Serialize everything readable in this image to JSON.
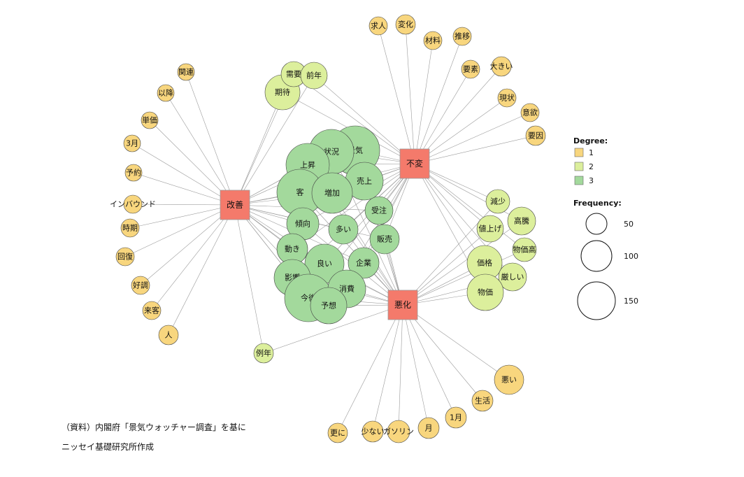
{
  "colors": {
    "degree1": "#f8d67e",
    "degree2": "#dcef9c",
    "degree3": "#a3d99c",
    "hub": "#f47a6b"
  },
  "hubs": [
    {
      "id": "kaizen",
      "label": "改善"
    },
    {
      "id": "fuhen",
      "label": "不変"
    },
    {
      "id": "akka",
      "label": "悪化"
    }
  ],
  "nodes": [
    {
      "id": "n_kanren",
      "label": "関連",
      "degree": 1,
      "links": [
        "kaizen"
      ]
    },
    {
      "id": "n_ikou",
      "label": "以降",
      "degree": 1,
      "links": [
        "kaizen"
      ]
    },
    {
      "id": "n_tanka",
      "label": "単価",
      "degree": 1,
      "links": [
        "kaizen"
      ]
    },
    {
      "id": "n_3gatsu",
      "label": "3月",
      "degree": 1,
      "links": [
        "kaizen"
      ]
    },
    {
      "id": "n_yoyaku",
      "label": "予約",
      "degree": 1,
      "links": [
        "kaizen"
      ]
    },
    {
      "id": "n_inbound",
      "label": "インバウンド",
      "degree": 1,
      "links": [
        "kaizen"
      ]
    },
    {
      "id": "n_jiki",
      "label": "時期",
      "degree": 1,
      "links": [
        "kaizen"
      ]
    },
    {
      "id": "n_kaifuku",
      "label": "回復",
      "degree": 1,
      "links": [
        "kaizen"
      ]
    },
    {
      "id": "n_kouchou",
      "label": "好調",
      "degree": 1,
      "links": [
        "kaizen"
      ]
    },
    {
      "id": "n_raikyaku",
      "label": "来客",
      "degree": 1,
      "links": [
        "kaizen"
      ]
    },
    {
      "id": "n_hito",
      "label": "人",
      "degree": 1,
      "links": [
        "kaizen"
      ]
    },
    {
      "id": "n_reinen",
      "label": "例年",
      "degree": 2,
      "links": [
        "kaizen",
        "akka"
      ]
    },
    {
      "id": "n_kitai",
      "label": "期待",
      "degree": 2,
      "links": [
        "kaizen",
        "fuhen"
      ]
    },
    {
      "id": "n_juyou",
      "label": "需要",
      "degree": 2,
      "links": [
        "kaizen",
        "fuhen"
      ]
    },
    {
      "id": "n_zennen",
      "label": "前年",
      "degree": 2,
      "links": [
        "kaizen",
        "fuhen"
      ]
    },
    {
      "id": "n_kyuujin",
      "label": "求人",
      "degree": 1,
      "links": [
        "fuhen"
      ]
    },
    {
      "id": "n_henka",
      "label": "変化",
      "degree": 1,
      "links": [
        "fuhen"
      ]
    },
    {
      "id": "n_zairyou",
      "label": "材料",
      "degree": 1,
      "links": [
        "fuhen"
      ]
    },
    {
      "id": "n_suii",
      "label": "推移",
      "degree": 1,
      "links": [
        "fuhen"
      ]
    },
    {
      "id": "n_youso",
      "label": "要素",
      "degree": 1,
      "links": [
        "fuhen"
      ]
    },
    {
      "id": "n_ookii",
      "label": "大きい",
      "degree": 1,
      "links": [
        "fuhen"
      ]
    },
    {
      "id": "n_genjou",
      "label": "現状",
      "degree": 1,
      "links": [
        "fuhen"
      ]
    },
    {
      "id": "n_iyoku",
      "label": "意欲",
      "degree": 1,
      "links": [
        "fuhen"
      ]
    },
    {
      "id": "n_youin",
      "label": "要因",
      "degree": 1,
      "links": [
        "fuhen"
      ]
    },
    {
      "id": "n_genshou",
      "label": "減少",
      "degree": 2,
      "links": [
        "fuhen",
        "akka"
      ]
    },
    {
      "id": "n_koutou",
      "label": "高騰",
      "degree": 2,
      "links": [
        "fuhen",
        "akka"
      ]
    },
    {
      "id": "n_neage",
      "label": "値上げ",
      "degree": 2,
      "links": [
        "fuhen",
        "akka"
      ]
    },
    {
      "id": "n_bukkadaka",
      "label": "物価高",
      "degree": 2,
      "links": [
        "fuhen",
        "akka"
      ]
    },
    {
      "id": "n_kakaku",
      "label": "価格",
      "degree": 2,
      "links": [
        "fuhen",
        "akka"
      ]
    },
    {
      "id": "n_kibishii",
      "label": "厳しい",
      "degree": 2,
      "links": [
        "fuhen",
        "akka"
      ]
    },
    {
      "id": "n_bukka",
      "label": "物価",
      "degree": 2,
      "links": [
        "fuhen",
        "akka"
      ]
    },
    {
      "id": "n_keiki",
      "label": "景気",
      "degree": 3,
      "links": [
        "kaizen",
        "fuhen",
        "akka"
      ]
    },
    {
      "id": "n_joukyou",
      "label": "状況",
      "degree": 3,
      "links": [
        "kaizen",
        "fuhen",
        "akka"
      ]
    },
    {
      "id": "n_joushou",
      "label": "上昇",
      "degree": 3,
      "links": [
        "kaizen",
        "fuhen",
        "akka"
      ]
    },
    {
      "id": "n_uriage",
      "label": "売上",
      "degree": 3,
      "links": [
        "kaizen",
        "fuhen",
        "akka"
      ]
    },
    {
      "id": "n_kyaku",
      "label": "客",
      "degree": 3,
      "links": [
        "kaizen",
        "fuhen",
        "akka"
      ]
    },
    {
      "id": "n_zouka",
      "label": "増加",
      "degree": 3,
      "links": [
        "kaizen",
        "fuhen",
        "akka"
      ]
    },
    {
      "id": "n_juchuu",
      "label": "受注",
      "degree": 3,
      "links": [
        "kaizen",
        "fuhen",
        "akka"
      ]
    },
    {
      "id": "n_keikou",
      "label": "傾向",
      "degree": 3,
      "links": [
        "kaizen",
        "fuhen",
        "akka"
      ]
    },
    {
      "id": "n_ooi",
      "label": "多い",
      "degree": 3,
      "links": [
        "kaizen",
        "fuhen",
        "akka"
      ]
    },
    {
      "id": "n_hanbai",
      "label": "販売",
      "degree": 3,
      "links": [
        "kaizen",
        "fuhen",
        "akka"
      ]
    },
    {
      "id": "n_ugoki",
      "label": "動き",
      "degree": 3,
      "links": [
        "kaizen",
        "fuhen",
        "akka"
      ]
    },
    {
      "id": "n_yoi",
      "label": "良い",
      "degree": 3,
      "links": [
        "kaizen",
        "fuhen",
        "akka"
      ]
    },
    {
      "id": "n_kigyou",
      "label": "企業",
      "degree": 3,
      "links": [
        "kaizen",
        "fuhen",
        "akka"
      ]
    },
    {
      "id": "n_eikyou",
      "label": "影響",
      "degree": 3,
      "links": [
        "kaizen",
        "fuhen",
        "akka"
      ]
    },
    {
      "id": "n_kongo",
      "label": "今後",
      "degree": 3,
      "links": [
        "kaizen",
        "fuhen",
        "akka"
      ]
    },
    {
      "id": "n_shouhi",
      "label": "消費",
      "degree": 3,
      "links": [
        "kaizen",
        "fuhen",
        "akka"
      ]
    },
    {
      "id": "n_yosou",
      "label": "予想",
      "degree": 3,
      "links": [
        "kaizen",
        "fuhen",
        "akka"
      ]
    },
    {
      "id": "n_sarani",
      "label": "更に",
      "degree": 1,
      "links": [
        "akka"
      ]
    },
    {
      "id": "n_sukunai",
      "label": "少ない",
      "degree": 1,
      "links": [
        "akka"
      ]
    },
    {
      "id": "n_gasoline",
      "label": "ガソリン",
      "degree": 1,
      "links": [
        "akka"
      ]
    },
    {
      "id": "n_tsuki",
      "label": "月",
      "degree": 1,
      "links": [
        "akka"
      ]
    },
    {
      "id": "n_1gatsu",
      "label": "1月",
      "degree": 1,
      "links": [
        "akka"
      ]
    },
    {
      "id": "n_seikatsu",
      "label": "生活",
      "degree": 1,
      "links": [
        "akka"
      ]
    },
    {
      "id": "n_warui",
      "label": "悪い",
      "degree": 1,
      "links": [
        "akka"
      ]
    }
  ],
  "legend": {
    "degree_title": "Degree:",
    "degree_items": [
      {
        "label": "1",
        "color_key": "degree1"
      },
      {
        "label": "2",
        "color_key": "degree2"
      },
      {
        "label": "3",
        "color_key": "degree3"
      }
    ],
    "frequency_title": "Frequency:",
    "frequency_items": [
      {
        "label": "50"
      },
      {
        "label": "100"
      },
      {
        "label": "150"
      }
    ]
  },
  "source": {
    "line1": "（資料）内閣府「景気ウォッチャー調査」を基に",
    "line2": "ニッセイ基礎研究所作成"
  }
}
